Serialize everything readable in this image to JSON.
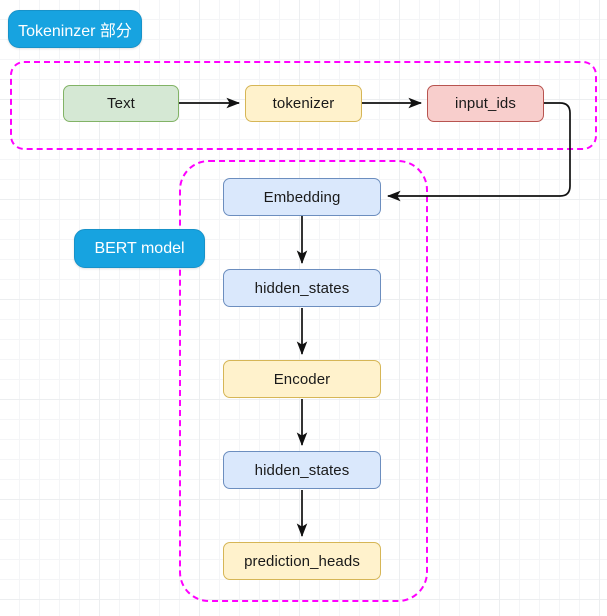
{
  "diagram": {
    "title_badges": [
      {
        "id": "tokenizer-group-label",
        "label": "Tokeninzer 部分"
      },
      {
        "id": "bert-group-label",
        "label": "BERT model"
      }
    ],
    "groups": [
      {
        "id": "group-tokenizer",
        "name": "tokenizer-section",
        "border_color": "#ff00ff",
        "style": "dashed"
      },
      {
        "id": "group-bert",
        "name": "bert-model-section",
        "border_color": "#ff00ff",
        "style": "dashed"
      }
    ],
    "nodes": [
      {
        "id": "node-text",
        "label": "Text",
        "color": "green",
        "fill": "#d5e8d4",
        "stroke": "#82b366"
      },
      {
        "id": "node-tokenizer",
        "label": "tokenizer",
        "color": "yellow",
        "fill": "#fff2cc",
        "stroke": "#d6b656"
      },
      {
        "id": "node-input-ids",
        "label": "input_ids",
        "color": "red",
        "fill": "#f8cecc",
        "stroke": "#b85450"
      },
      {
        "id": "node-embedding",
        "label": "Embedding",
        "color": "blue",
        "fill": "#dae8fc",
        "stroke": "#6c8ebf"
      },
      {
        "id": "node-hidden-states-1",
        "label": "hidden_states",
        "color": "blue",
        "fill": "#dae8fc",
        "stroke": "#6c8ebf"
      },
      {
        "id": "node-encoder",
        "label": "Encoder",
        "color": "yellow",
        "fill": "#fff2cc",
        "stroke": "#d6b656"
      },
      {
        "id": "node-hidden-states-2",
        "label": "hidden_states",
        "color": "blue",
        "fill": "#dae8fc",
        "stroke": "#6c8ebf"
      },
      {
        "id": "node-prediction-heads",
        "label": "prediction_heads",
        "color": "yellow",
        "fill": "#fff2cc",
        "stroke": "#d6b656"
      }
    ],
    "edges": [
      {
        "from": "Text",
        "to": "tokenizer",
        "direction": "right"
      },
      {
        "from": "tokenizer",
        "to": "input_ids",
        "direction": "right"
      },
      {
        "from": "input_ids",
        "to": "Embedding",
        "direction": "elbow-right-down-left"
      },
      {
        "from": "Embedding",
        "to": "hidden_states",
        "direction": "down"
      },
      {
        "from": "hidden_states",
        "to": "Encoder",
        "direction": "down"
      },
      {
        "from": "Encoder",
        "to": "hidden_states",
        "direction": "down"
      },
      {
        "from": "hidden_states",
        "to": "prediction_heads",
        "direction": "down"
      }
    ],
    "canvas": {
      "grid": "on",
      "background": "#ffffff",
      "grid_color": "#eceef0"
    }
  }
}
